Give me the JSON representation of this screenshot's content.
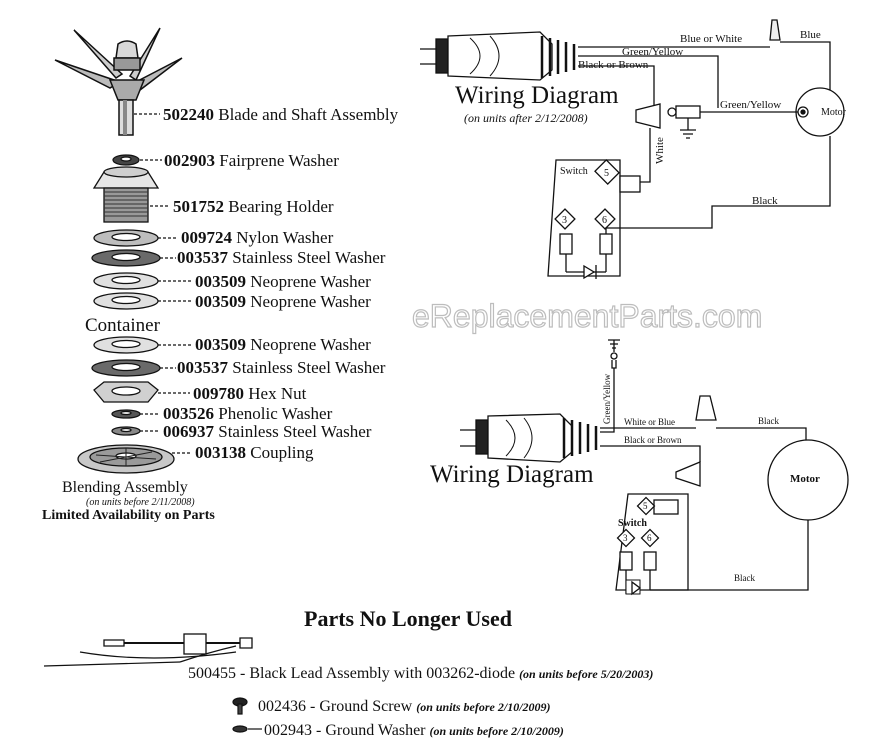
{
  "parts": [
    {
      "number": "502240",
      "name": "Blade and Shaft Assembly"
    },
    {
      "number": "002903",
      "name": "Fairprene Washer"
    },
    {
      "number": "501752",
      "name": "Bearing Holder"
    },
    {
      "number": "009724",
      "name": "Nylon Washer"
    },
    {
      "number": "003537",
      "name": "Stainless Steel Washer"
    },
    {
      "number": "003509",
      "name": "Neoprene Washer"
    },
    {
      "number": "003509",
      "name": "Neoprene Washer"
    },
    {
      "number": "003509",
      "name": "Neoprene Washer"
    },
    {
      "number": "003537",
      "name": "Stainless Steel Washer"
    },
    {
      "number": "009780",
      "name": "Hex Nut"
    },
    {
      "number": "003526",
      "name": "Phenolic Washer"
    },
    {
      "number": "006937",
      "name": "Stainless Steel Washer"
    },
    {
      "number": "003138",
      "name": "Coupling"
    }
  ],
  "container_label": "Container",
  "blending": {
    "title": "Blending Assembly",
    "note": "(on units before 2/11/2008)",
    "availability": "Limited Availability on Parts"
  },
  "watermark": "eReplacementParts.com",
  "wiring_top": {
    "title": "Wiring Diagram",
    "subtitle": "(on units after 2/12/2008)",
    "wires": {
      "blue_or_white": "Blue or White",
      "blue": "Blue",
      "green_yellow_1": "Green/Yellow",
      "black_or_brown": "Black or Brown",
      "green_yellow_2": "Green/Yellow",
      "white": "White",
      "black": "Black"
    },
    "motor": "Motor",
    "switch": "Switch",
    "terminals": [
      "5",
      "3",
      "6"
    ]
  },
  "wiring_bottom": {
    "title": "Wiring Diagram",
    "wires": {
      "green_yellow": "Green/Yellow",
      "white_or_blue": "White or Blue",
      "black_top": "Black",
      "black_or_brown": "Black or Brown",
      "black_bottom": "Black"
    },
    "motor": "Motor",
    "switch": "Switch",
    "terminals": [
      "5",
      "3",
      "6"
    ]
  },
  "no_longer": {
    "title": "Parts No Longer Used",
    "items": [
      {
        "text": "500455 - Black Lead Assembly with 003262-diode",
        "note": "(on units before 5/20/2003)"
      },
      {
        "text": "002436 - Ground Screw",
        "note": "(on units before 2/10/2009)"
      },
      {
        "text": "002943 - Ground Washer",
        "note": "(on units before 2/10/2009)"
      }
    ]
  }
}
